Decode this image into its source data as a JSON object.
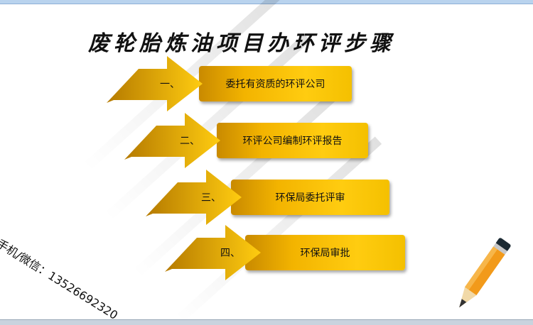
{
  "title": "废轮胎炼油项目办环评步骤",
  "steps": [
    {
      "num": "一、",
      "label": "委托有资质的环评公司"
    },
    {
      "num": "二、",
      "label": "环评公司编制环评报告"
    },
    {
      "num": "三、",
      "label": "环保局委托评审"
    },
    {
      "num": "四、",
      "label": "环保局审批"
    }
  ],
  "contact": "手机/微信：13526692320",
  "colors": {
    "accent": "#ffc400",
    "accent_dark": "#c98a00"
  }
}
